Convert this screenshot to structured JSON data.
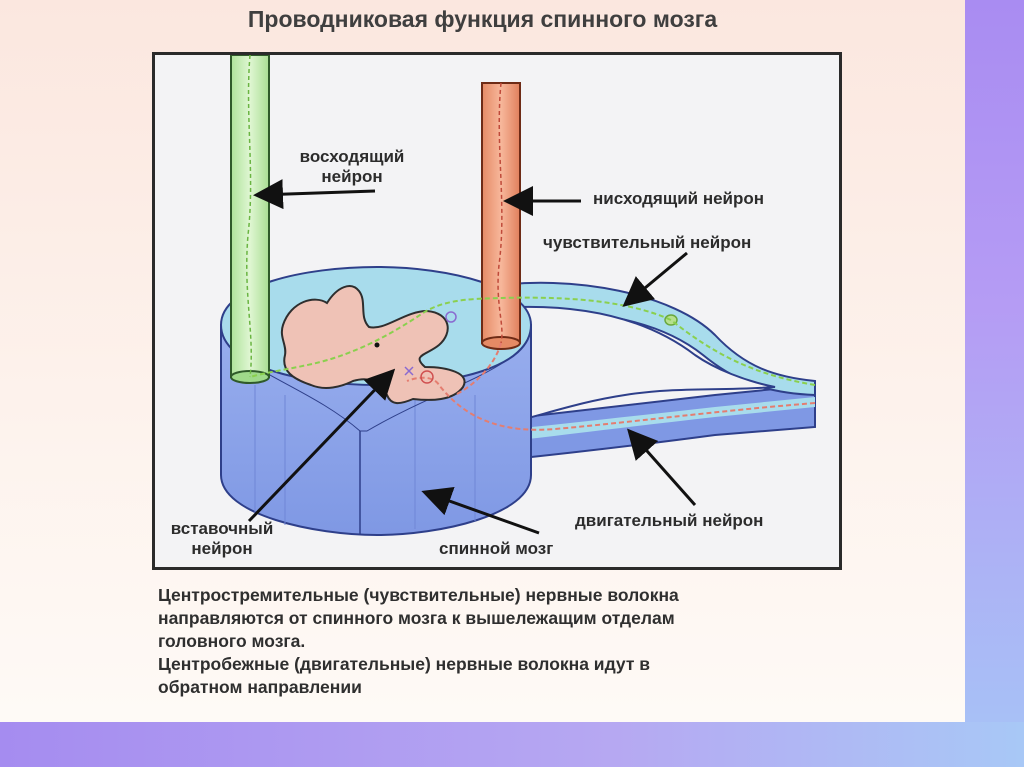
{
  "slide": {
    "title": "Проводниковая функция спинного мозга"
  },
  "diagram": {
    "labels": {
      "ascending_line1": "восходящий",
      "ascending_line2": "нейрон",
      "descending": "нисходящий нейрон",
      "sensory": "чувствительный нейрон",
      "motor": "двигательный нейрон",
      "interneuron_line1": "вставочный",
      "interneuron_line2": "нейрон",
      "spinal_cord": "спинной мозг"
    },
    "colors": {
      "ascending_tract": "#c9ecb9",
      "descending_tract": "#f2a180",
      "grey_matter": "#efc2b6",
      "white_matter_top": "#a8dcec",
      "white_matter_side": "#8fa6ea",
      "sensory_fiber": "#8ad04e",
      "motor_fiber": "#e47d70"
    }
  },
  "caption": {
    "line1": "Центростремительные (чувствительные) нервные волокна",
    "line2": "направляются от спинного мозга к вышележащим отделам",
    "line3": "головного мозга.",
    "line4": "Центробежные (двигательные) нервные волокна идут в",
    "line5": "обратном направлении"
  }
}
